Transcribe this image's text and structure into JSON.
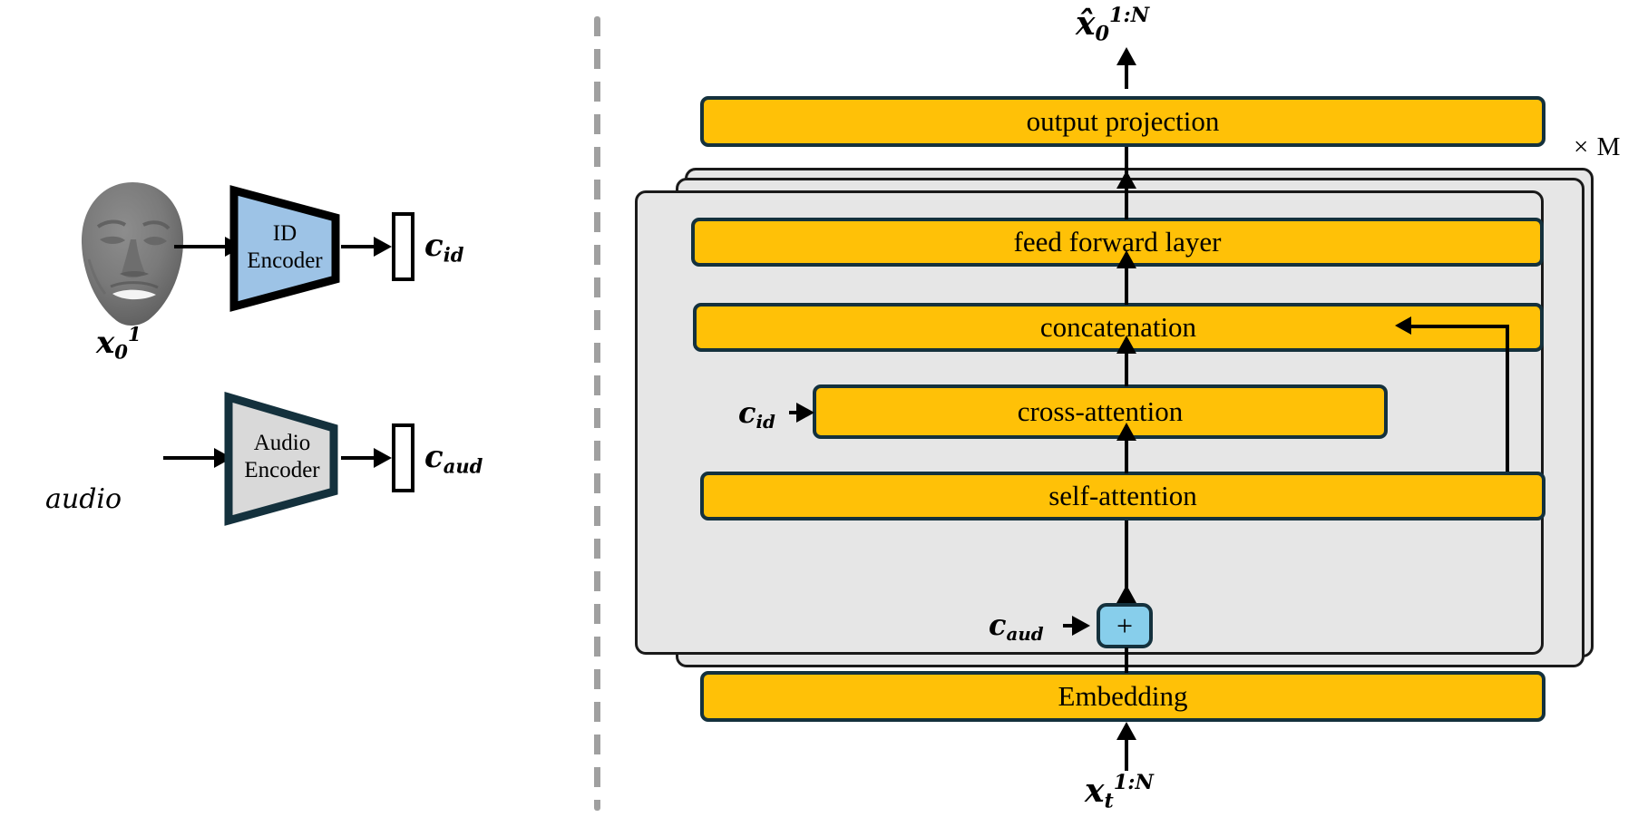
{
  "diagram": {
    "title": "Audio-driven facial motion diffusion architecture",
    "colors": {
      "box_fill": "#FFC107",
      "box_border": "#14313D",
      "panel_fill": "#E6E6E6",
      "id_encoder_fill": "#9DC3E6",
      "audio_encoder_fill": "#D9D9D9",
      "plus_fill": "#87CEEB",
      "divider": "#A0A0A0"
    }
  },
  "left_panel": {
    "id_branch": {
      "input_label": {
        "base": "x",
        "sub": "0",
        "sup": "1"
      },
      "encoder_label_line1": "ID",
      "encoder_label_line2": "Encoder",
      "output_label": {
        "base": "c",
        "sub": "id"
      }
    },
    "audio_branch": {
      "input_label": "audio",
      "encoder_label_line1": "Audio",
      "encoder_label_line2": "Encoder",
      "output_label": {
        "base": "c",
        "sub": "aud"
      }
    }
  },
  "right_panel": {
    "output_label": {
      "base": "x̂",
      "sub": "0",
      "sup": "1:N"
    },
    "input_label": {
      "base": "x",
      "sub": "t",
      "sup": "1:N"
    },
    "repeat_label": "× M",
    "blocks": [
      {
        "name": "output-projection",
        "label": "output projection"
      },
      {
        "name": "feed-forward-layer",
        "label": "feed forward layer"
      },
      {
        "name": "concatenation",
        "label": "concatenation"
      },
      {
        "name": "cross-attention",
        "label": "cross-attention"
      },
      {
        "name": "self-attention",
        "label": "self-attention"
      },
      {
        "name": "embedding",
        "label": "Embedding"
      }
    ],
    "cross_attention_condition": {
      "base": "c",
      "sub": "id"
    },
    "add_node": {
      "symbol": "+",
      "condition": {
        "base": "c",
        "sub": "aud"
      }
    }
  }
}
